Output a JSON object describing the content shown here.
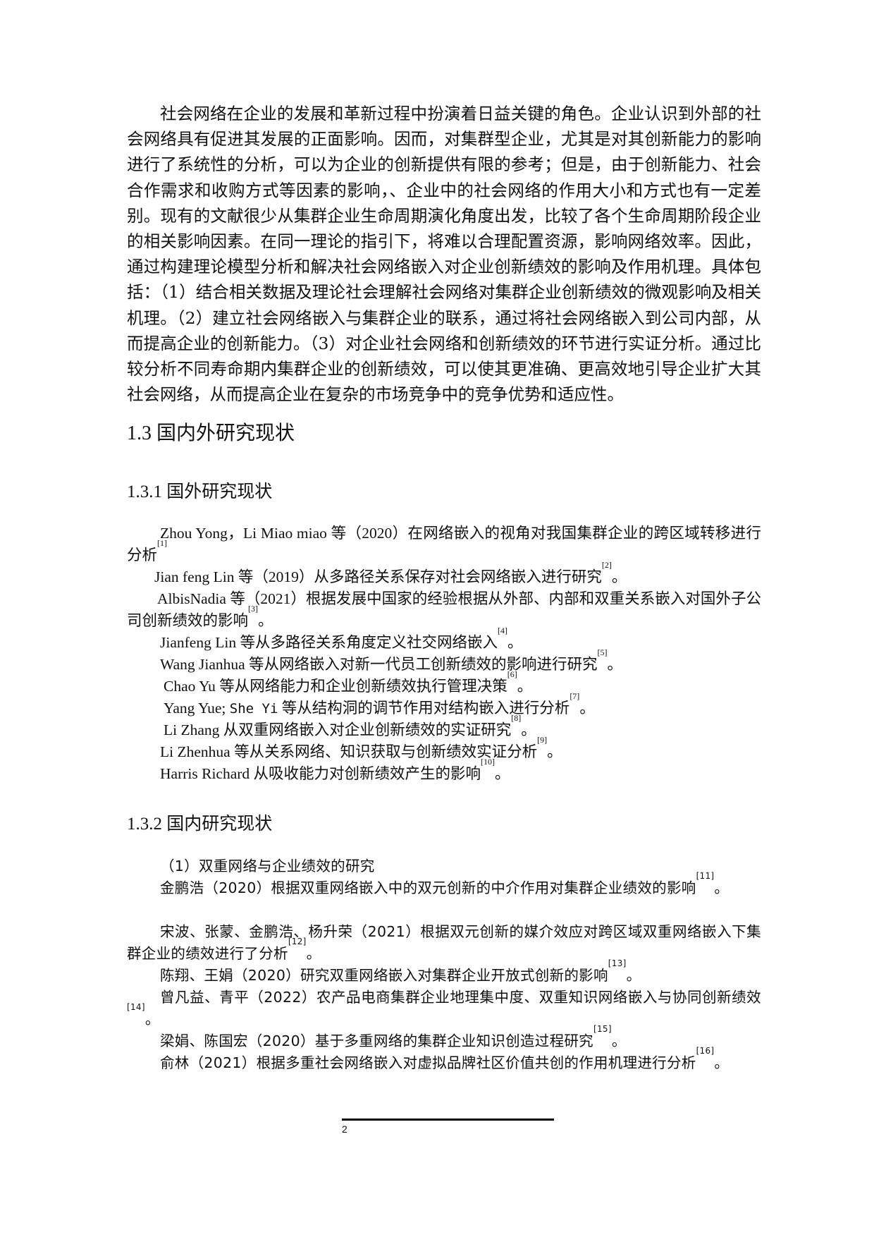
{
  "intro_paragraph": "社会网络在企业的发展和革新过程中扮演着日益关键的角色。企业认识到外部的社会网络具有促进其发展的正面影响。因而，对集群型企业，尤其是对其创新能力的影响进行了系统性的分析，可以为企业的创新提供有限的参考；但是，由于创新能力、社会合作需求和收购方式等因素的影响，、企业中的社会网络的作用大小和方式也有一定差别。现有的文献很少从集群企业生命周期演化角度出发，比较了各个生命周期阶段企业的相关影响因素。在同一理论的指引下，将难以合理配置资源，影响网络效率。因此，通过构建理论模型分析和解决社会网络嵌入对企业创新绩效的影响及作用机理。具体包括：（1）结合相关数据及理论社会理解社会网络对集群企业创新绩效的微观影响及相关机理。（2）建立社会网络嵌入与集群企业的联系，通过将社会网络嵌入到公司内部，从而提高企业的创新能力。（3）对企业社会网络和创新绩效的环节进行实证分析。通过比较分析不同寿命期内集群企业的创新绩效，可以使其更准确、更高效地引导企业扩大其社会网络，从而提高企业在复杂的市场竞争中的竞争优势和适应性。",
  "section_1_3": {
    "heading": "1.3 国内外研究现状"
  },
  "section_1_3_1": {
    "heading": "1.3.1 国外研究现状",
    "refs": [
      {
        "text": "Zhou Yong，Li Miao miao 等（2020）在网络嵌入的视角对我国集群企业的跨区域转移进行分析",
        "cite": "[1]"
      },
      {
        "text": "Jian feng Lin 等（2019）从多路径关系保存对社会网络嵌入进行研究",
        "cite": "[2]",
        "tail": "。"
      },
      {
        "text": "AlbisNadia 等（2021）根据发展中国家的经验根据从外部、内部和双重关系嵌入对国外子公司创新绩效的影响",
        "cite": "[3]",
        "tail": "。"
      },
      {
        "text": "Jianfeng Lin 等从多路径关系角度定义社交网络嵌入",
        "cite": "[4]",
        "tail": "。"
      },
      {
        "text": "Wang Jianhua 等从网络嵌入对新一代员工创新绩效的影响进行研究",
        "cite": "[5]",
        "tail": "。"
      },
      {
        "text": "Chao Yu 等从网络能力和企业创新绩效执行管理决策",
        "cite": "[6]",
        "tail": "。"
      },
      {
        "text_a": "Yang Yue; ",
        "text_mono": "She Yi",
        "text_b": " 等从结构洞的调节作用对结构嵌入进行分析",
        "cite": "[7]",
        "tail": "。"
      },
      {
        "text": "Li Zhang 从双重网络嵌入对企业创新绩效的实证研究",
        "cite": "[8]",
        "tail": "。"
      },
      {
        "text": "Li Zhenhua 等从关系网络、知识获取与创新绩效实证分析",
        "cite": "[9]",
        "tail": "。"
      },
      {
        "text": "Harris Richard 从吸收能力对创新绩效产生的影响",
        "cite": "[10]",
        "tail": "。"
      }
    ]
  },
  "section_1_3_2": {
    "heading": "1.3.2 国内研究现状",
    "subheading": "（1）双重网络与企业绩效的研究",
    "refs": [
      {
        "text": "金鹏浩（2020）根据双重网络嵌入中的双元创新的中介作用对集群企业绩效的影响",
        "cite": "[11]",
        "tail": "。"
      },
      {
        "text": "宋波、张蒙、金鹏浩、杨升荣（2021）根据双元创新的媒介效应对跨区域双重网络嵌入下集群企业的绩效进行了分析",
        "cite": "[12]",
        "tail": "。"
      },
      {
        "text": "陈翔、王娟（2020）研究双重网络嵌入对集群企业开放式创新的影响",
        "cite": "[13]",
        "tail": "。"
      },
      {
        "text": "曾凡益、青平（2022）农产品电商集群企业地理集中度、双重知识网络嵌入与协同创新绩效",
        "cite": "[14]",
        "tail": "。"
      },
      {
        "text": "梁娟、陈国宏（2020）基于多重网络的集群企业知识创造过程研究",
        "cite": "[15]",
        "tail": "。"
      },
      {
        "text": "俞林（2021）根据多重社会网络嵌入对虚拟品牌社区价值共创的作用机理进行分析",
        "cite": "[16]",
        "tail": "。"
      }
    ]
  },
  "footer": {
    "page_number": "2"
  }
}
